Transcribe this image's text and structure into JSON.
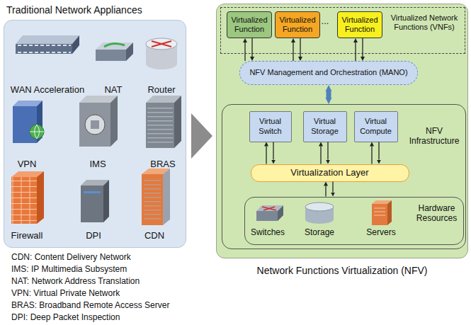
{
  "diagram": {
    "nodes": [
      {
        "text": [
          "Traditional Network Appliances"
        ]
      },
      {
        "text": [
          "Network Functions Virtualization (NFV)"
        ]
      },
      {
        "text": [
          "Virtualized Network Functions (VNFs)"
        ],
        "in": 1
      },
      {
        "text": [
          "Virtualized Function"
        ],
        "in": 2
      },
      {
        "text": [
          "Virtualized Function"
        ],
        "in": 2
      },
      {
        "text": [
          "Virtualized Function"
        ],
        "in": 2
      },
      {
        "text": [
          "NFV Management and Orchestration (MANO)"
        ],
        "in": 1
      },
      {
        "text": [
          "NFV Infrastructure"
        ],
        "in": 1
      },
      {
        "text": [
          "Virtual Switch"
        ],
        "in": 7
      },
      {
        "text": [
          "Virtual Storage"
        ],
        "in": 7
      },
      {
        "text": [
          "Virtual Compute"
        ],
        "in": 7
      },
      {
        "text": [
          "Virtualization Layer"
        ],
        "in": 7
      },
      {
        "text": [
          "Hardware Resources"
        ],
        "in": 7
      }
    ],
    "edges": [
      {
        "from": 6,
        "to": 3,
        "arrow": "to"
      },
      {
        "from": 3,
        "to": 6,
        "arrow": "to"
      },
      {
        "from": 6,
        "to": 4,
        "arrow": "to"
      },
      {
        "from": 4,
        "to": 6,
        "arrow": "to"
      },
      {
        "from": 6,
        "to": 5,
        "arrow": "to"
      },
      {
        "from": 5,
        "to": 6,
        "arrow": "to"
      },
      {
        "from": 7,
        "to": 6,
        "arrow": "both"
      },
      {
        "from": 11,
        "to": 8,
        "arrow": "to"
      },
      {
        "from": 8,
        "to": 11,
        "arrow": "to"
      },
      {
        "from": 11,
        "to": 9,
        "arrow": "to"
      },
      {
        "from": 9,
        "to": 11,
        "arrow": "to"
      },
      {
        "from": 11,
        "to": 10,
        "arrow": "to"
      },
      {
        "from": 10,
        "to": 11,
        "arrow": "to"
      },
      {
        "from": 12,
        "to": 11,
        "arrow": "to"
      },
      {
        "from": 11,
        "to": 12,
        "arrow": "to"
      }
    ],
    "labels": [
      "WAN Acceleration",
      "NAT",
      "Router",
      "VPN",
      "IMS",
      "BRAS",
      "Firewall",
      "DPI",
      "CDN",
      "...",
      "Switches",
      "Storage",
      "Servers",
      "CDN: Content Delivery Network",
      "IMS: IP Multimedia Subsystem",
      "NAT: Network Address Translation",
      "VPN: Virtual Private Network",
      "BRAS: Broadband Remote Access Server",
      "DPI: Deep Packet Inspection"
    ]
  }
}
